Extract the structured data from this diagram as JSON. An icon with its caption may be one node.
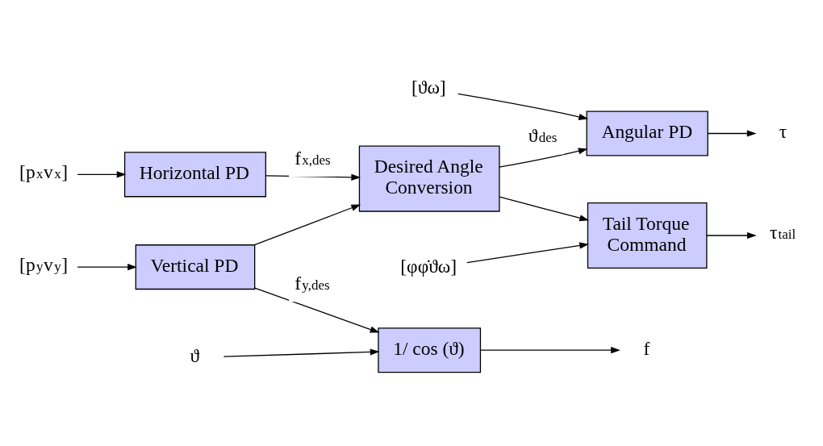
{
  "diagram": {
    "nodes": [
      {
        "text": [
          "Tail Torque Command"
        ]
      },
      {
        "text": [
          "τ$_{tail}$"
        ]
      },
      {
        "text": [
          "[φφ̇ϑω]"
        ]
      },
      {
        "text": [
          "[p$_{x}$v$_{x}$]"
        ]
      },
      {
        "text": [
          "Horizontal PD"
        ]
      },
      {
        "text": [
          "Desired Angle Conversion"
        ]
      },
      {
        "text": [
          "Angular PD"
        ]
      },
      {
        "text": [
          "τ"
        ]
      },
      {
        "text": [
          "[ϑω]"
        ]
      },
      {
        "text": [
          "ϑ"
        ]
      },
      {
        "text": [
          "[p$_{y}$v$_{y}$]"
        ]
      },
      {
        "text": [
          "Vertical PD"
        ]
      },
      {
        "text": [
          "1/ cos (ϑ)"
        ]
      },
      {
        "text": [
          "f"
        ]
      }
    ],
    "edges": [
      {
        "from": 3,
        "to": 4,
        "arrow": "to"
      },
      {
        "from": 4,
        "to": 5,
        "arrow": "to",
        "label": "f$_{x,des}$"
      },
      {
        "from": 11,
        "to": 5,
        "arrow": "to"
      },
      {
        "from": 5,
        "to": 6,
        "arrow": "to",
        "label": "ϑ$_{des}$"
      },
      {
        "from": 5,
        "to": 0,
        "arrow": "to"
      },
      {
        "from": 0,
        "to": 1,
        "arrow": "to"
      },
      {
        "from": 2,
        "to": 0,
        "arrow": "to"
      },
      {
        "from": 6,
        "to": 7,
        "arrow": "to"
      },
      {
        "from": 8,
        "to": 6,
        "arrow": "to"
      },
      {
        "from": 10,
        "to": 11,
        "arrow": "to"
      },
      {
        "from": 11,
        "to": 12,
        "arrow": "to",
        "label": "f$_{y,des}$"
      },
      {
        "from": 9,
        "to": 12,
        "arrow": "to"
      },
      {
        "from": 12,
        "to": 13,
        "arrow": "to"
      }
    ]
  }
}
